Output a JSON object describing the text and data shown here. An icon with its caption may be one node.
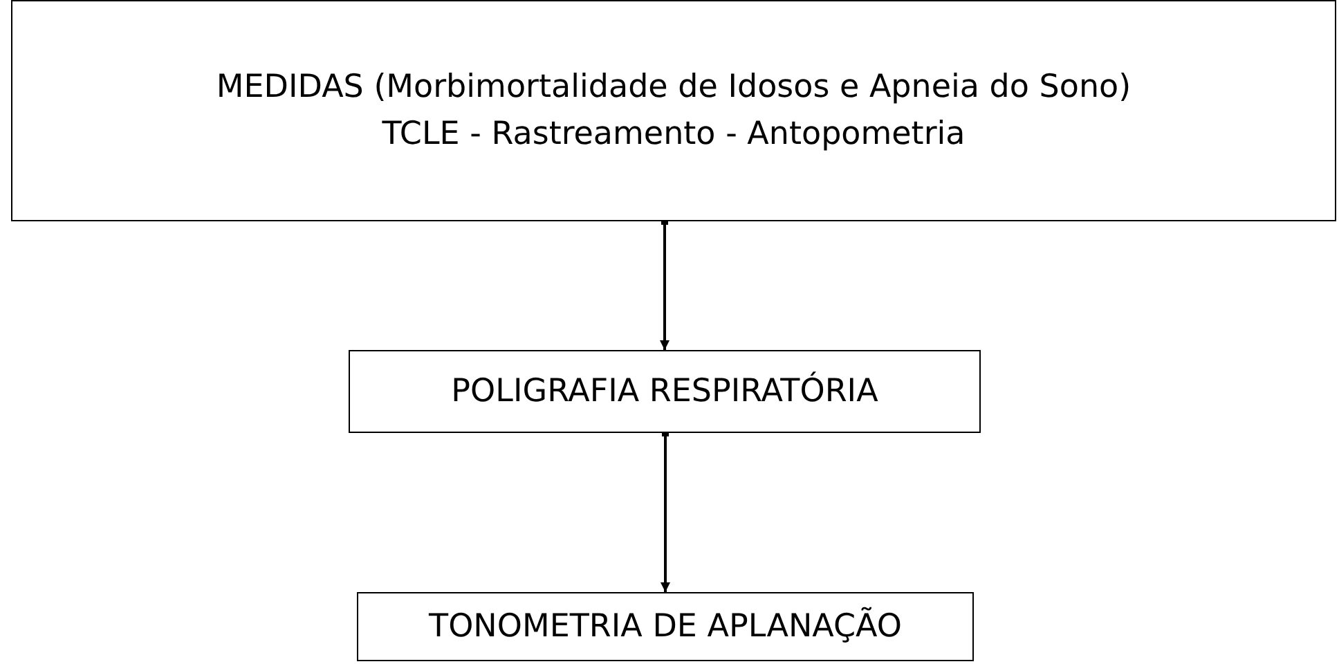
{
  "diagram": {
    "nodes": [
      {
        "text": [
          "MEDIDAS (Morbimortalidade de Idosos e Apneia do Sono) TCLE - Rastreamento - Antopometria"
        ]
      },
      {
        "text": [
          "POLIGRAFIA RESPIRATÓRIA"
        ]
      },
      {
        "text": [
          "TONOMETRIA DE APLANAÇÃO"
        ]
      }
    ],
    "edges": [
      {
        "from": 0,
        "to": 1,
        "arrow": "to"
      },
      {
        "from": 1,
        "to": 2,
        "arrow": "to"
      }
    ]
  }
}
